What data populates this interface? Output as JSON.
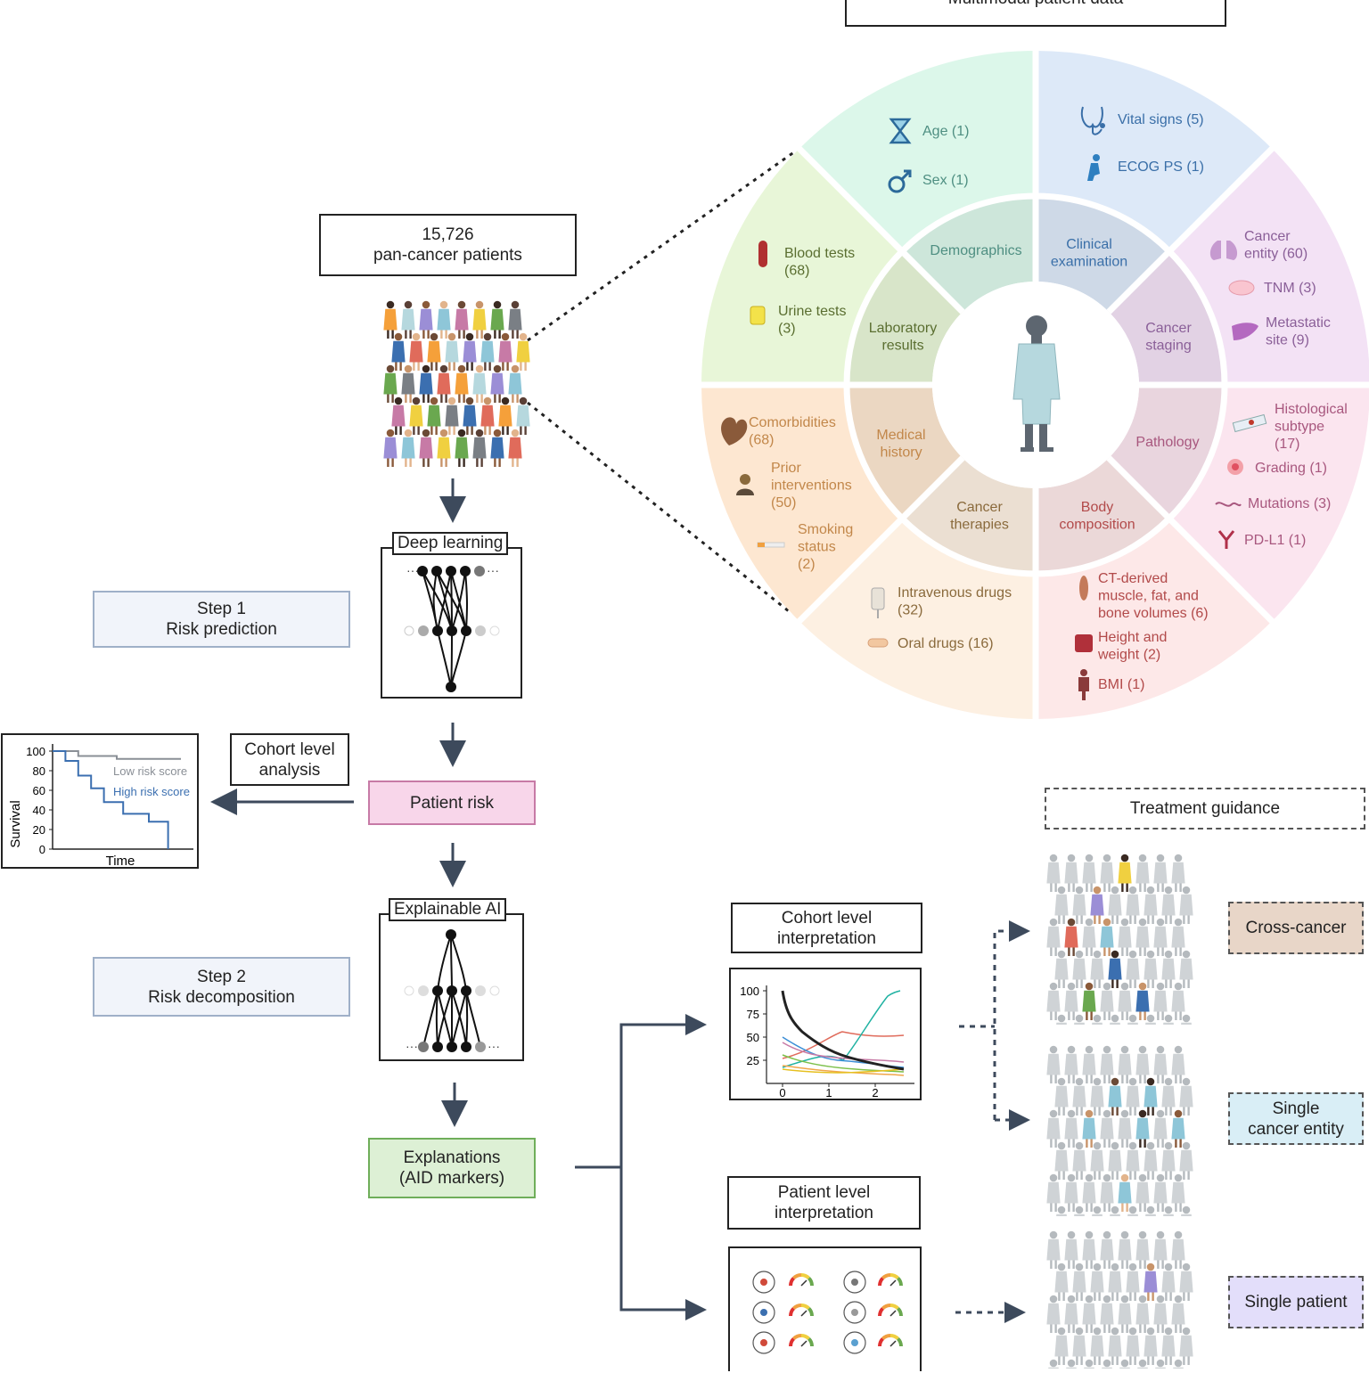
{
  "title": "Multimodal patient data",
  "cohort": {
    "line1": "15,726",
    "line2": "pan-cancer patients"
  },
  "deep_learning": "Deep learning",
  "step1": {
    "line1": "Step 1",
    "line2": "Risk prediction"
  },
  "step2": {
    "line1": "Step 2",
    "line2": "Risk decomposition"
  },
  "cohort_level_analysis": "Cohort level\nanalysis",
  "patient_risk": "Patient risk",
  "explainable_ai": "Explainable AI",
  "explanations": "Explanations\n(AID markers)",
  "cohort_interp": "Cohort level\ninterpretation",
  "patient_interp": "Patient level\ninterpretation",
  "treatment_guidance": "Treatment guidance",
  "guidance": {
    "cross_cancer": "Cross-cancer",
    "single_entity": "Single\ncancer entity",
    "single_patient": "Single patient"
  },
  "colors": {
    "demographics": "#dcf7ea",
    "clinical": "#dde9f8",
    "cancer_staging": "#f3e2f5",
    "pathology": "#fbe5ef",
    "body_composition": "#fde8e8",
    "cancer_therapies": "#fdf0e2",
    "medical_history": "#fde7d1",
    "laboratory": "#e8f6d8",
    "patient_risk": "#f8d6ea",
    "explanations": "#ddf0d5",
    "cross_cancer": "#e8d6c8",
    "single_entity": "#d9eef6",
    "single_patient": "#e3defa"
  },
  "wheel": {
    "inner": {
      "demographics": "Demographics",
      "clinical_examination": "Clinical\nexamination",
      "cancer_staging": "Cancer\nstaging",
      "pathology": "Pathology",
      "body_composition": "Body\ncomposition",
      "cancer_therapies": "Cancer\ntherapies",
      "medical_history": "Medical\nhistory",
      "laboratory_results": "Laboratory\nresults"
    },
    "outer": {
      "age": "Age (1)",
      "sex": "Sex (1)",
      "vital_signs": "Vital signs (5)",
      "ecog": "ECOG PS (1)",
      "cancer_entity": "Cancer\nentity (60)",
      "tnm": "TNM (3)",
      "metastatic_site": "Metastatic\nsite (9)",
      "histological_subtype": "Histological\nsubtype\n(17)",
      "grading": "Grading (1)",
      "mutations": "Mutations (3)",
      "pdl1": "PD-L1 (1)",
      "ct_derived": "CT-derived\nmuscle, fat, and\nbone  volumes (6)",
      "height_weight": "Height and\nweight (2)",
      "bmi": "BMI (1)",
      "iv_drugs": "Intravenous drugs\n(32)",
      "oral_drugs": "Oral drugs (16)",
      "comorbidities": "Comorbidities\n(68)",
      "prior_interventions": "Prior\ninterventions\n(50)",
      "smoking": "Smoking\nstatus\n(2)",
      "blood_tests": "Blood tests\n(68)",
      "urine_tests": "Urine tests\n(3)"
    }
  },
  "survival_chart": {
    "ylabel": "Survival",
    "xlabel": "Time",
    "yticks": [
      "100",
      "80",
      "60",
      "40",
      "20",
      "0"
    ],
    "low_label": "Low risk score",
    "high_label": "High risk score"
  },
  "cohort_chart": {
    "yticks": [
      "100",
      "75",
      "50",
      "25"
    ],
    "xticks": [
      "0",
      "1",
      "2"
    ]
  },
  "chart_data": {
    "type": "line",
    "xlabel": "Time",
    "ylabel": "Survival",
    "ylim": [
      0,
      100
    ],
    "series": [
      {
        "name": "Low risk score",
        "x": [
          0,
          0.2,
          0.2,
          0.5,
          0.5,
          1.0
        ],
        "values": [
          100,
          100,
          95,
          95,
          92,
          92
        ]
      },
      {
        "name": "High risk score",
        "x": [
          0,
          0.1,
          0.1,
          0.2,
          0.2,
          0.3,
          0.3,
          0.4,
          0.4,
          0.55,
          0.55,
          0.75,
          0.75,
          0.9
        ],
        "values": [
          100,
          100,
          90,
          90,
          75,
          75,
          62,
          62,
          48,
          48,
          36,
          36,
          28,
          28
        ]
      }
    ]
  }
}
